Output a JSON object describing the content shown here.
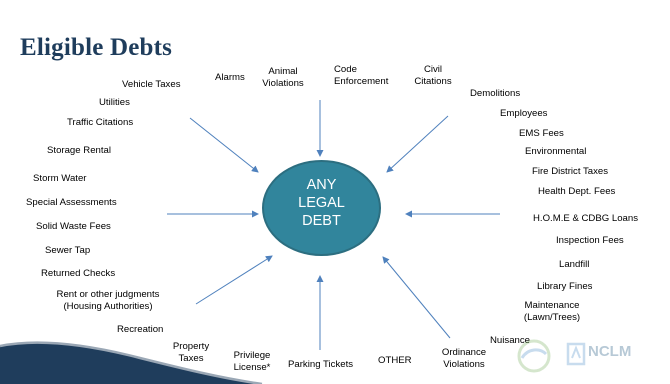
{
  "slide": {
    "title": "Eligible Debts",
    "center_text": [
      "ANY",
      "LEGAL",
      "DEBT"
    ],
    "logo_text": "NCLM",
    "colors": {
      "title": "#1f3d5c",
      "circle": "#31859c",
      "arrow": "#4f81bd",
      "swoosh": "#1f3d5c"
    }
  },
  "labels": {
    "vehicle_taxes": "Vehicle Taxes",
    "alarms": "Alarms",
    "animal_violations": "Animal\nViolations",
    "code_enforcement": "Code\nEnforcement",
    "civil_citations": "Civil\nCitations",
    "demolitions": "Demolitions",
    "utilities": "Utilities",
    "traffic_citations": "Traffic Citations",
    "storage_rental": "Storage Rental",
    "storm_water": "Storm Water",
    "special_assessments": "Special Assessments",
    "solid_waste_fees": "Solid Waste Fees",
    "sewer_tap": "Sewer Tap",
    "returned_checks": "Returned Checks",
    "rent_judgments": "Rent or other judgments\n(Housing Authorities)",
    "recreation": "Recreation",
    "property_taxes": "Property\nTaxes",
    "privilege_license": "Privilege\nLicense*",
    "parking_tickets": "Parking Tickets",
    "other": "OTHER",
    "ordinance_violations": "Ordinance\nViolations",
    "nuisance": "Nuisance",
    "employees": "Employees",
    "ems_fees": "EMS Fees",
    "environmental": "Environmental",
    "fire_district_taxes": "Fire District Taxes",
    "health_dept_fees": "Health Dept. Fees",
    "home_cdbg_loans": "H.O.M.E & CDBG Loans",
    "inspection_fees": "Inspection Fees",
    "landfill": "Landfill",
    "library_fines": "Library Fines",
    "maintenance": "Maintenance\n(Lawn/Trees)"
  }
}
